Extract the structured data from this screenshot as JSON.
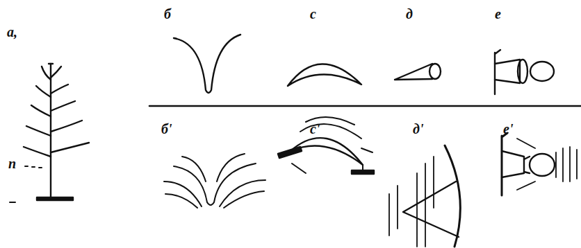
{
  "diagram": {
    "labels": [
      "а,",
      "п",
      "б",
      "с",
      "д",
      "е",
      "б'",
      "с'",
      "д'",
      "е'"
    ]
  }
}
